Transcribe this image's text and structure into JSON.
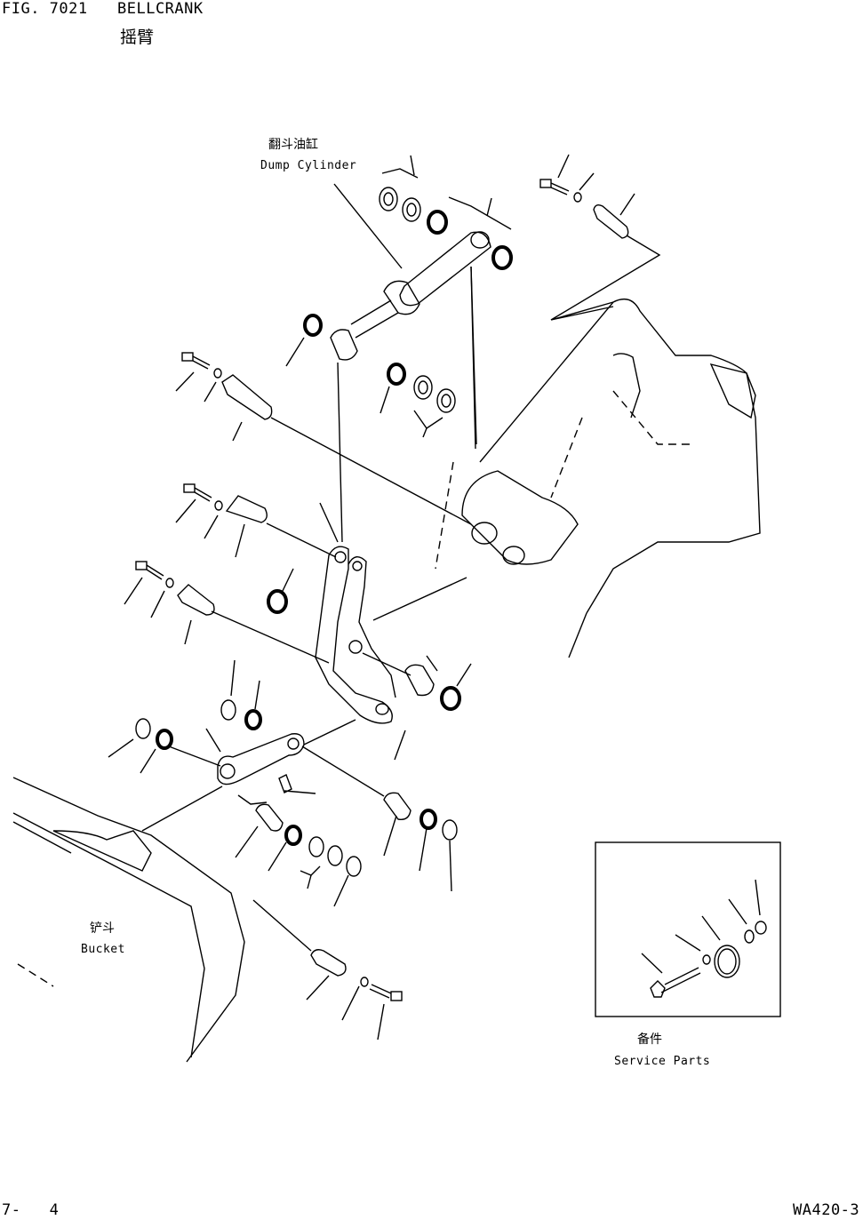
{
  "header": {
    "figure_number": "FIG. 7021",
    "title": "BELLCRANK",
    "title_cn": "摇臂"
  },
  "labels": {
    "dump_cylinder_cn": "翻斗油缸",
    "dump_cylinder": "Dump Cylinder",
    "bucket_cn": "铲斗",
    "bucket": "Bucket",
    "service_parts_cn": "备件",
    "service_parts": "Service Parts"
  },
  "footer": {
    "page": "7-   4",
    "model": "WA420-3"
  }
}
